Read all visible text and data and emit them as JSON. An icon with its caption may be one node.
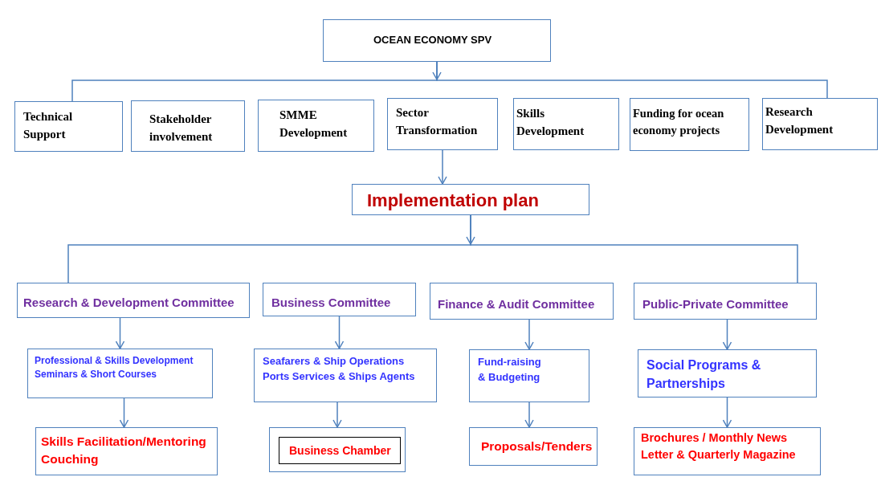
{
  "diagram": {
    "nodes": [
      {
        "text": [
          "OCEAN ECONOMY SPV"
        ]
      },
      {
        "text": [
          "Technical Support"
        ]
      },
      {
        "text": [
          "Stakeholder involvement"
        ]
      },
      {
        "text": [
          "SMME Development"
        ]
      },
      {
        "text": [
          "Sector Transformation"
        ]
      },
      {
        "text": [
          "Skills Development"
        ]
      },
      {
        "text": [
          "Funding for ocean economy projects"
        ]
      },
      {
        "text": [
          "Research Development"
        ]
      },
      {
        "text": [
          "Implementation plan"
        ]
      },
      {
        "text": [
          "Research & Development Committee"
        ]
      },
      {
        "text": [
          "Business  Committee"
        ]
      },
      {
        "text": [
          "Finance & Audit Committee"
        ]
      },
      {
        "text": [
          "Public-Private  Committee"
        ]
      },
      {
        "text": [
          "Professional & Skills Development Seminars & Short Courses"
        ]
      },
      {
        "text": [
          "Seafarers & Ship Operations Ports Services & Ships Agents"
        ]
      },
      {
        "text": [
          "Fund-raising & Budgeting"
        ]
      },
      {
        "text": [
          "Social Programs & Partnerships"
        ]
      },
      {
        "text": [
          "Skills Facilitation/Mentoring Couching"
        ]
      },
      {
        "text": [],
        "shape": "box"
      },
      {
        "text": [
          "Business Chamber"
        ],
        "in": 18
      },
      {
        "text": [
          "Proposals/Tenders"
        ]
      },
      {
        "text": [
          "Brochures / Monthly News Letter & Quarterly Magazine"
        ]
      }
    ],
    "edges": [
      {
        "from": 0,
        "to": null,
        "arrow": "to"
      },
      {
        "from": 0,
        "to": 1,
        "arrow": "none"
      },
      {
        "from": 0,
        "to": 7,
        "arrow": "none"
      },
      {
        "from": 4,
        "to": 8,
        "arrow": "to"
      },
      {
        "from": 8,
        "to": null,
        "arrow": "to"
      },
      {
        "from": 8,
        "to": 9,
        "arrow": "none"
      },
      {
        "from": 8,
        "to": 12,
        "arrow": "none"
      },
      {
        "from": 9,
        "to": 13,
        "arrow": "to"
      },
      {
        "from": 10,
        "to": 14,
        "arrow": "to"
      },
      {
        "from": 11,
        "to": 15,
        "arrow": "to"
      },
      {
        "from": 12,
        "to": 16,
        "arrow": "to"
      },
      {
        "from": 13,
        "to": 17,
        "arrow": "to"
      },
      {
        "from": 14,
        "to": 18,
        "arrow": "to"
      },
      {
        "from": 15,
        "to": 20,
        "arrow": "to"
      },
      {
        "from": 16,
        "to": 21,
        "arrow": "to"
      }
    ]
  }
}
